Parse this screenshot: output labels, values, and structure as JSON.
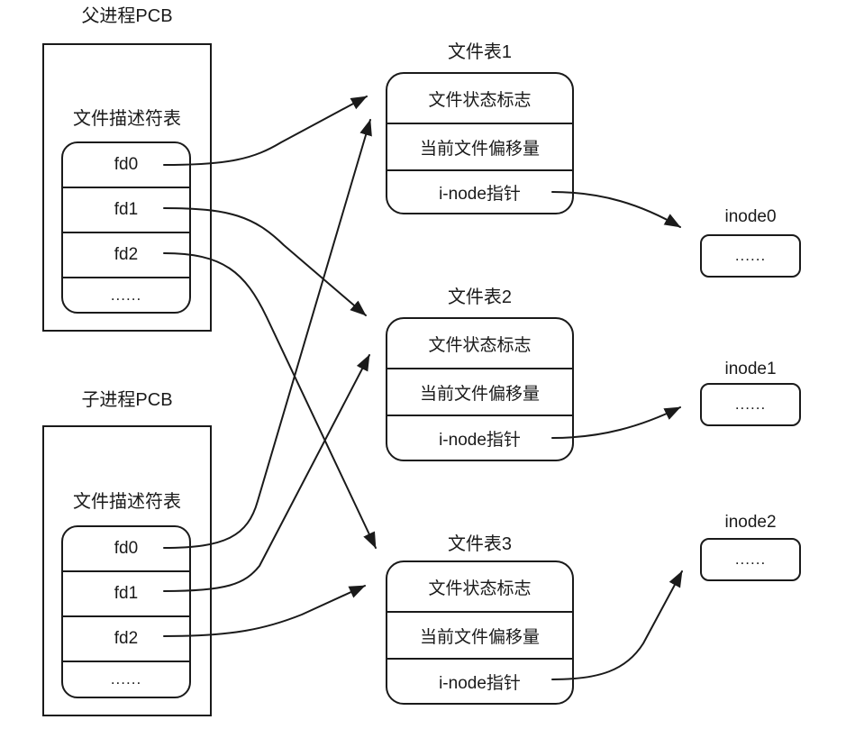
{
  "diagram": {
    "colors": {
      "stroke": "#1a1a1a",
      "background": "#ffffff",
      "text": "#1a1a1a"
    },
    "parent_pcb": {
      "title": "父进程PCB",
      "table_label": "文件描述符表",
      "rows": [
        "fd0",
        "fd1",
        "fd2",
        "......"
      ]
    },
    "child_pcb": {
      "title": "子进程PCB",
      "table_label": "文件描述符表",
      "rows": [
        "fd0",
        "fd1",
        "fd2",
        "......"
      ]
    },
    "file_tables": [
      {
        "title": "文件表1",
        "rows": [
          "文件状态标志",
          "当前文件偏移量",
          "i-node指针"
        ]
      },
      {
        "title": "文件表2",
        "rows": [
          "文件状态标志",
          "当前文件偏移量",
          "i-node指针"
        ]
      },
      {
        "title": "文件表3",
        "rows": [
          "文件状态标志",
          "当前文件偏移量",
          "i-node指针"
        ]
      }
    ],
    "inodes": [
      {
        "title": "inode0",
        "content": "......"
      },
      {
        "title": "inode1",
        "content": "......"
      },
      {
        "title": "inode2",
        "content": "......"
      }
    ],
    "edges": [
      {
        "from": "parent-fd0",
        "to": "file-table-1"
      },
      {
        "from": "parent-fd1",
        "to": "file-table-2"
      },
      {
        "from": "parent-fd2",
        "to": "file-table-3"
      },
      {
        "from": "child-fd0",
        "to": "file-table-1"
      },
      {
        "from": "child-fd1",
        "to": "file-table-2"
      },
      {
        "from": "child-fd2",
        "to": "file-table-3"
      },
      {
        "from": "file-table-1-inode-pointer",
        "to": "inode0"
      },
      {
        "from": "file-table-2-inode-pointer",
        "to": "inode1"
      },
      {
        "from": "file-table-3-inode-pointer",
        "to": "inode2"
      }
    ]
  }
}
